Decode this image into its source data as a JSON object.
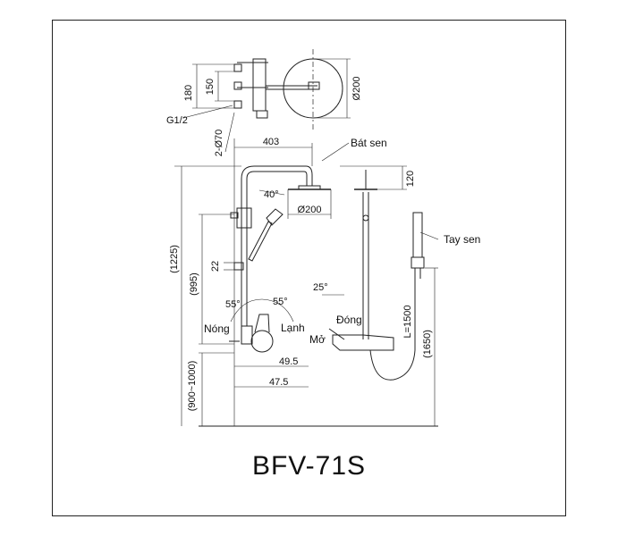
{
  "title": "BFV-71S",
  "labels": {
    "head_shower": "Bát sen",
    "hand_shower": "Tay sen",
    "hot": "Nóng",
    "cold": "Lạnh",
    "close": "Đóng",
    "open": "Mở"
  },
  "dimensions": {
    "d_top_180": "180",
    "d_top_150": "150",
    "d_thread": "G1/2",
    "d_wall_dia": "2-Ø70",
    "d_head_top_dia": "Ø200",
    "d_arm_403": "403",
    "d_angle_40": "40°",
    "d_head_dia": "Ø200",
    "d_head_120": "120",
    "d_1225": "(1225)",
    "d_995": "(995)",
    "d_22": "22",
    "d_angle_55_left": "55°",
    "d_angle_55_right": "55°",
    "d_angle_25": "25°",
    "d_49_5": "49.5",
    "d_47_5": "47.5",
    "d_900_1000": "(900~1000)",
    "d_hose": "L=1500",
    "d_1650": "(1650)"
  }
}
